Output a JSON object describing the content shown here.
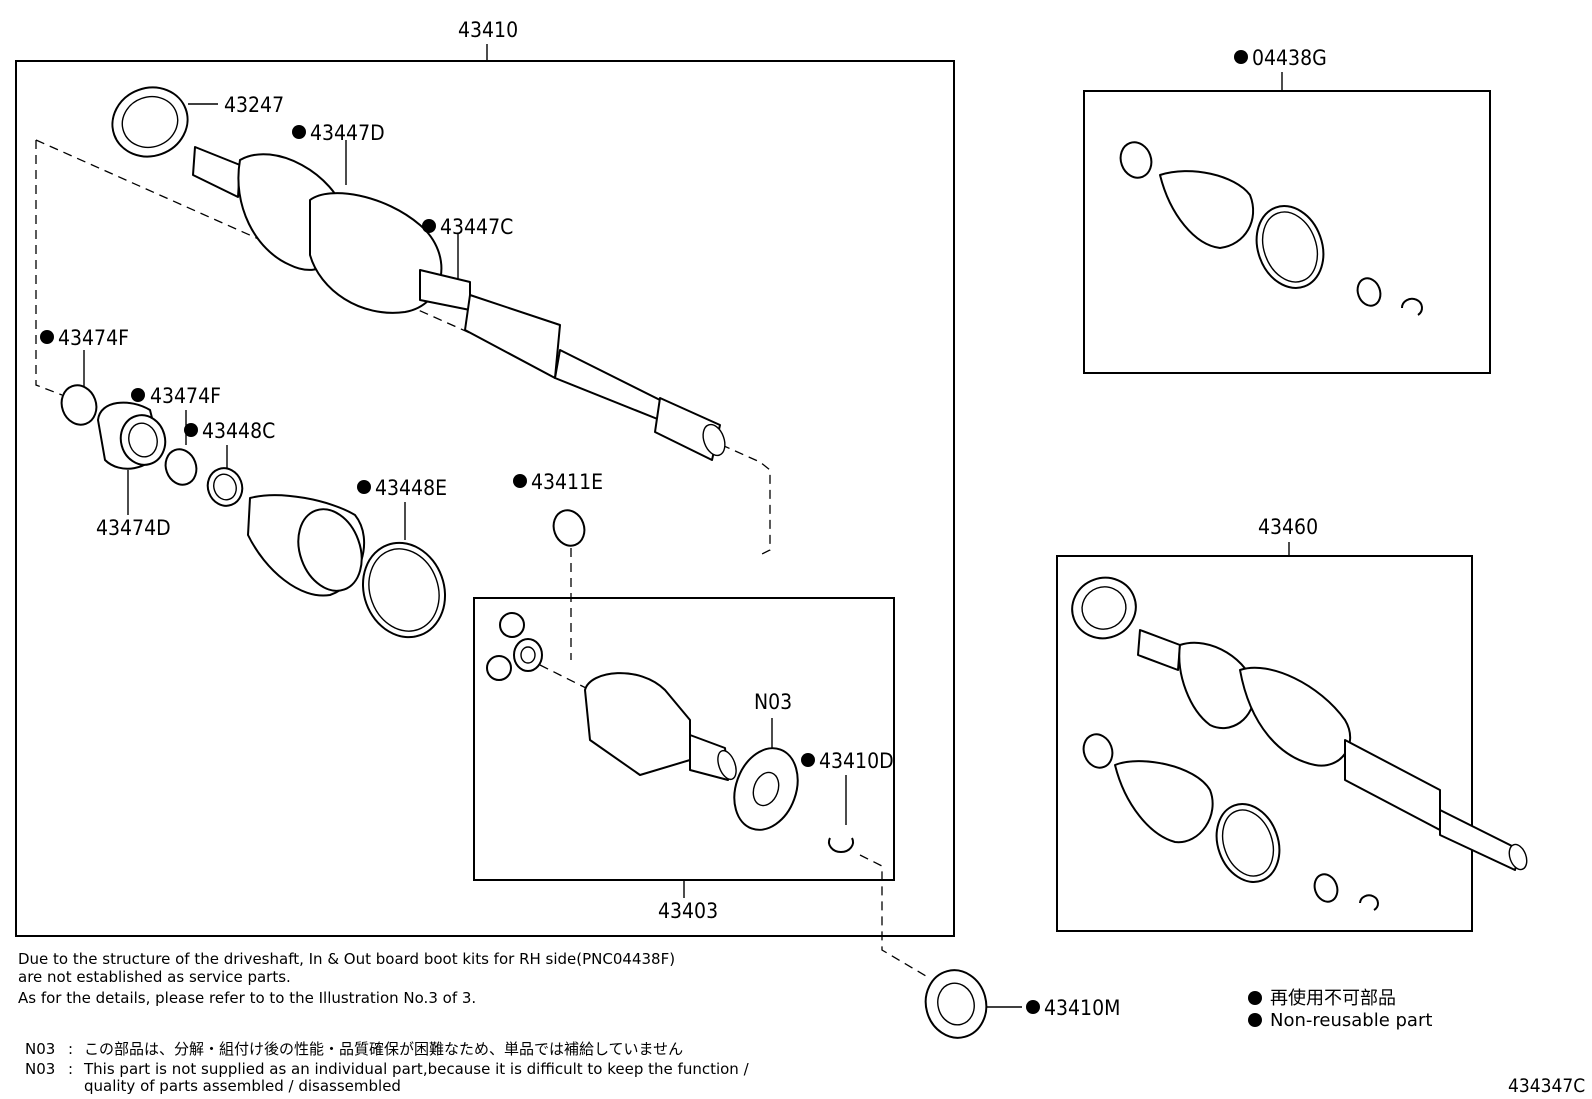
{
  "labels": {
    "l43410": "43410",
    "l43247": "43247",
    "l43447D": "43447D",
    "l43447C": "43447C",
    "l43474F_a": "43474F",
    "l43474F_b": "43474F",
    "l43448C": "43448C",
    "l43474D": "43474D",
    "l43448E": "43448E",
    "l43411E": "43411E",
    "lN03": "N03",
    "l43410D": "43410D",
    "l43403": "43403",
    "l04438G": "04438G",
    "l43460": "43460",
    "l43410M": "43410M",
    "lCode": "434347C"
  },
  "notes": {
    "line1": "Due to the structure of the driveshaft, In & Out board  boot kits for RH side(PNC04438F)",
    "line2": "are not established as service parts.",
    "line3": "As for the details, please refer to to the Illustration No.3 of 3.",
    "n03_jp_tag": "N03",
    "n03_jp_sep": ":",
    "n03_jp_text": "この部品は、分解・組付け後の性能・品質確保が困難なため、単品では補給していません",
    "n03_en_tag": "N03",
    "n03_en_sep": ":",
    "n03_en_text1": "This part is not supplied as an individual part,because it is difficult to keep the function /",
    "n03_en_text2": "quality of parts assembled / disassembled"
  },
  "legend": {
    "jp": "再使用不可部品",
    "en": "Non-reusable part"
  },
  "colors": {
    "ink": "#000000",
    "paper": "#ffffff"
  },
  "icons": {
    "non_reusable_marker": "filled-circle"
  }
}
